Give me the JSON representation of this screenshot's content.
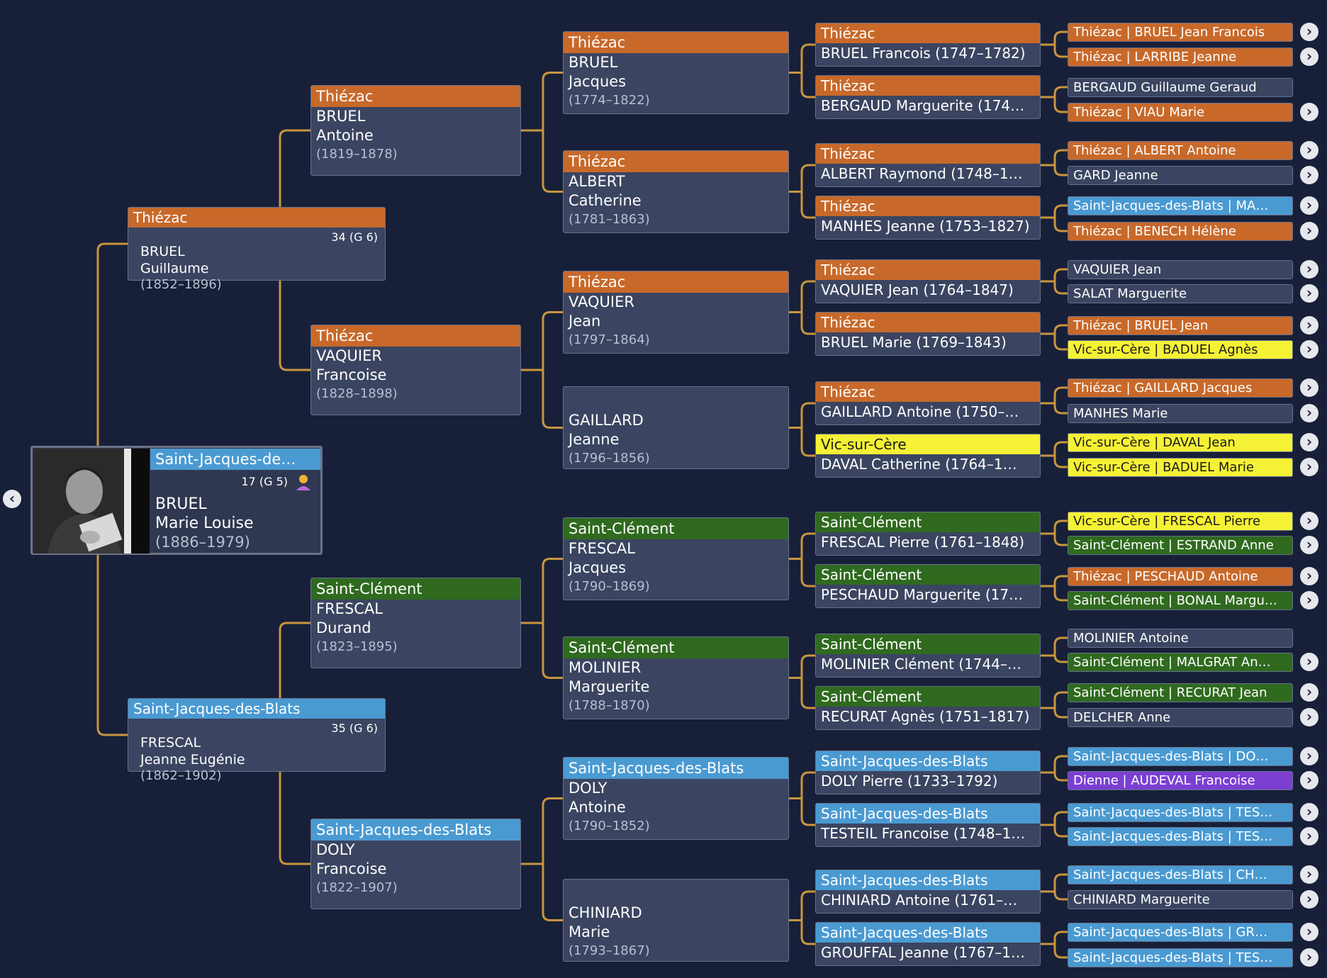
{
  "colors": {
    "background": "#172038",
    "card": "#3b4561",
    "line": "#c9953f",
    "Thiézac": "#c8692a",
    "Saint-Clément": "#2f6a1f",
    "Saint-Jacques-des-Blats": "#4a9ad2",
    "Vic-sur-Cère": "#f5f135",
    "Dienne": "#7b3fd2"
  },
  "nav": {
    "back_icon": "chevron-left-icon",
    "expand_icon": "chevron-right-icon"
  },
  "root": {
    "place": "Saint-Jacques-de…",
    "place_key": "Saint-Jacques-des-Blats",
    "gen": "17 (G 5)",
    "gen_icon": "person-icon",
    "surname": "BRUEL",
    "given": "Marie Louise",
    "dates": "(1886–1979)"
  },
  "gen1": [
    {
      "place": "Thiézac",
      "gen": "34 (G 6)",
      "surname": "BRUEL",
      "given": "Guillaume",
      "dates": "(1852–1896)"
    },
    {
      "place": "Saint-Jacques-des-Blats",
      "gen": "35 (G 6)",
      "surname": "FRESCAL",
      "given": "Jeanne Eugénie",
      "dates": "(1862–1902)"
    }
  ],
  "gen2": [
    {
      "place": "Thiézac",
      "surname": "BRUEL",
      "given": "Antoine",
      "dates": "(1819–1878)"
    },
    {
      "place": "Thiézac",
      "surname": "VAQUIER",
      "given": "Francoise",
      "dates": "(1828–1898)"
    },
    {
      "place": "Saint-Clément",
      "surname": "FRESCAL",
      "given": "Durand",
      "dates": "(1823–1895)"
    },
    {
      "place": "Saint-Jacques-des-Blats",
      "surname": "DOLY",
      "given": "Francoise",
      "dates": "(1822–1907)"
    }
  ],
  "gen3": [
    {
      "place": "Thiézac",
      "surname": "BRUEL",
      "given": "Jacques",
      "dates": "(1774–1822)"
    },
    {
      "place": "Thiézac",
      "surname": "ALBERT",
      "given": "Catherine",
      "dates": "(1781–1863)"
    },
    {
      "place": "Thiézac",
      "surname": "VAQUIER",
      "given": "Jean",
      "dates": "(1797–1864)"
    },
    {
      "place": "",
      "surname": "GAILLARD",
      "given": "Jeanne",
      "dates": "(1796–1856)"
    },
    {
      "place": "Saint-Clément",
      "surname": "FRESCAL",
      "given": "Jacques",
      "dates": "(1790–1869)"
    },
    {
      "place": "Saint-Clément",
      "surname": "MOLINIER",
      "given": "Marguerite",
      "dates": "(1788–1870)"
    },
    {
      "place": "Saint-Jacques-des-Blats",
      "surname": "DOLY",
      "given": "Antoine",
      "dates": "(1790–1852)"
    },
    {
      "place": "",
      "surname": "CHINIARD",
      "given": "Marie",
      "dates": "(1793–1867)"
    }
  ],
  "gen4": [
    {
      "place": "Thiézac",
      "name": "BRUEL Francois (1747–1782)"
    },
    {
      "place": "Thiézac",
      "name": "BERGAUD Marguerite (174…"
    },
    {
      "place": "Thiézac",
      "name": "ALBERT Raymond (1748–1…"
    },
    {
      "place": "Thiézac",
      "name": "MANHES Jeanne (1753–1827)"
    },
    {
      "place": "Thiézac",
      "name": "VAQUIER Jean (1764–1847)"
    },
    {
      "place": "Thiézac",
      "name": "BRUEL Marie (1769–1843)"
    },
    {
      "place": "Thiézac",
      "name": "GAILLARD Antoine (1750–…"
    },
    {
      "place": "Vic-sur-Cère",
      "name": "DAVAL Catherine (1764–1…"
    },
    {
      "place": "Saint-Clément",
      "name": "FRESCAL Pierre (1761–1848)"
    },
    {
      "place": "Saint-Clément",
      "name": "PESCHAUD Marguerite (17…"
    },
    {
      "place": "Saint-Clément",
      "name": "MOLINIER Clément (1744–…"
    },
    {
      "place": "Saint-Clément",
      "name": "RECURAT Agnès (1751–1817)"
    },
    {
      "place": "Saint-Jacques-des-Blats",
      "name": "DOLY Pierre (1733–1792)"
    },
    {
      "place": "Saint-Jacques-des-Blats",
      "name": "TESTEIL Francoise (1748–1…"
    },
    {
      "place": "Saint-Jacques-des-Blats",
      "name": "CHINIARD Antoine (1761–…"
    },
    {
      "place": "Saint-Jacques-des-Blats",
      "name": "GROUFFAL Jeanne (1767–1…"
    }
  ],
  "gen5": [
    {
      "place": "Thiézac",
      "label": "Thiézac | BRUEL Jean Francois",
      "expand": true
    },
    {
      "place": "Thiézac",
      "label": "Thiézac | LARRIBE Jeanne",
      "expand": true
    },
    {
      "place": "",
      "label": "BERGAUD Guillaume Geraud",
      "expand": false
    },
    {
      "place": "Thiézac",
      "label": "Thiézac | VIAU Marie",
      "expand": true
    },
    {
      "place": "Thiézac",
      "label": "Thiézac | ALBERT Antoine",
      "expand": true
    },
    {
      "place": "",
      "label": "GARD Jeanne",
      "expand": true
    },
    {
      "place": "Saint-Jacques-des-Blats",
      "label": "Saint-Jacques-des-Blats | MA…",
      "expand": true
    },
    {
      "place": "Thiézac",
      "label": "Thiézac | BENECH Hélène",
      "expand": true
    },
    {
      "place": "",
      "label": "VAQUIER Jean",
      "expand": true
    },
    {
      "place": "",
      "label": "SALAT Marguerite",
      "expand": true
    },
    {
      "place": "Thiézac",
      "label": "Thiézac | BRUEL Jean",
      "expand": true
    },
    {
      "place": "Vic-sur-Cère",
      "label": "Vic-sur-Cère | BADUEL Agnès",
      "expand": true
    },
    {
      "place": "Thiézac",
      "label": "Thiézac | GAILLARD Jacques",
      "expand": true
    },
    {
      "place": "",
      "label": "MANHES Marie",
      "expand": true
    },
    {
      "place": "Vic-sur-Cère",
      "label": "Vic-sur-Cère | DAVAL Jean",
      "expand": true
    },
    {
      "place": "Vic-sur-Cère",
      "label": "Vic-sur-Cère | BADUEL Marie",
      "expand": true
    },
    {
      "place": "Vic-sur-Cère",
      "label": "Vic-sur-Cère | FRESCAL Pierre",
      "expand": true
    },
    {
      "place": "Saint-Clément",
      "label": "Saint-Clément | ESTRAND Anne",
      "expand": true
    },
    {
      "place": "Thiézac",
      "label": "Thiézac | PESCHAUD Antoine",
      "expand": true
    },
    {
      "place": "Saint-Clément",
      "label": "Saint-Clément | BONAL Margu…",
      "expand": true
    },
    {
      "place": "",
      "label": "MOLINIER Antoine",
      "expand": false
    },
    {
      "place": "Saint-Clément",
      "label": "Saint-Clément | MALGRAT An…",
      "expand": true
    },
    {
      "place": "Saint-Clément",
      "label": "Saint-Clément | RECURAT Jean",
      "expand": true
    },
    {
      "place": "",
      "label": "DELCHER Anne",
      "expand": true
    },
    {
      "place": "Saint-Jacques-des-Blats",
      "label": "Saint-Jacques-des-Blats | DO…",
      "expand": true
    },
    {
      "place": "Dienne",
      "label": "Dienne | AUDEVAL Francoise",
      "expand": true
    },
    {
      "place": "Saint-Jacques-des-Blats",
      "label": "Saint-Jacques-des-Blats | TES…",
      "expand": true
    },
    {
      "place": "Saint-Jacques-des-Blats",
      "label": "Saint-Jacques-des-Blats | TES…",
      "expand": true
    },
    {
      "place": "Saint-Jacques-des-Blats",
      "label": "Saint-Jacques-des-Blats | CH…",
      "expand": true
    },
    {
      "place": "",
      "label": "CHINIARD Marguerite",
      "expand": true
    },
    {
      "place": "Saint-Jacques-des-Blats",
      "label": "Saint-Jacques-des-Blats | GR…",
      "expand": true
    },
    {
      "place": "Saint-Jacques-des-Blats",
      "label": "Saint-Jacques-des-Blats | TES…",
      "expand": true
    }
  ]
}
